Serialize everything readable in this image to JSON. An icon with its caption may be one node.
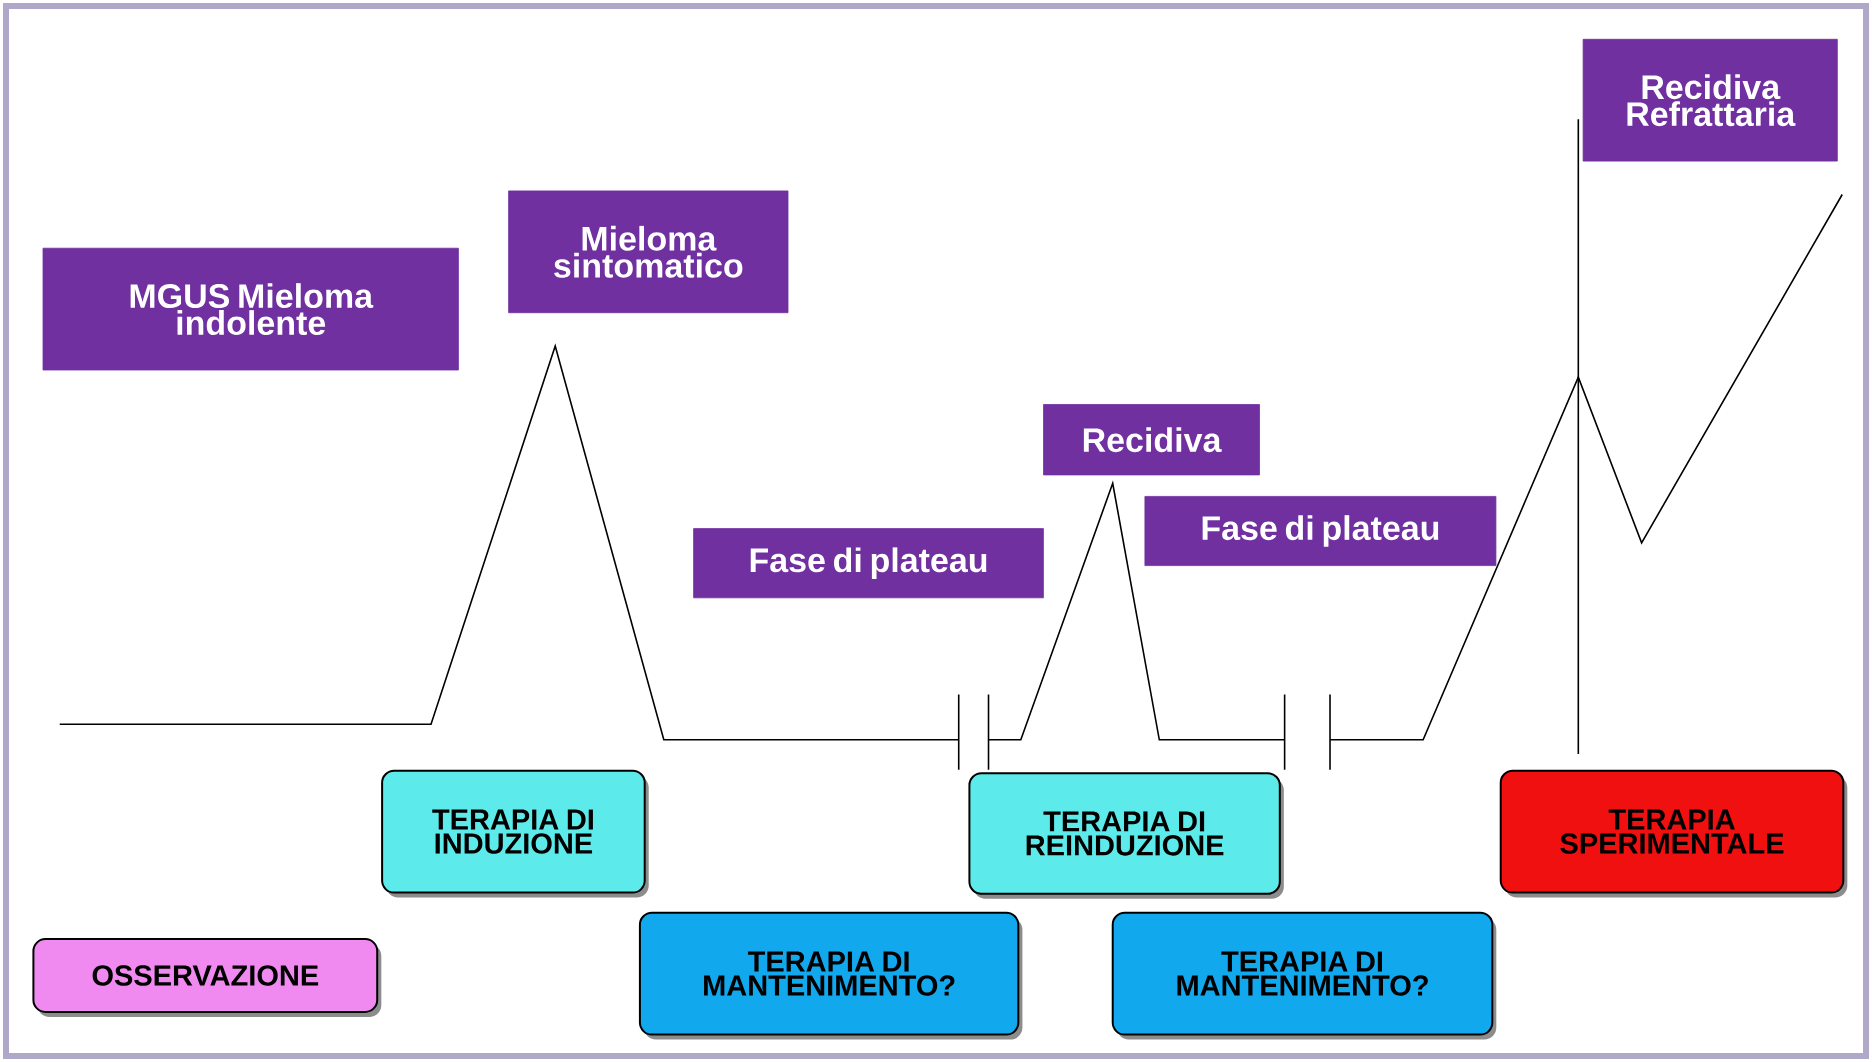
{
  "diagram": {
    "nodes": [
      {
        "text": [
          "MGUS Mieloma indolente"
        ]
      },
      {
        "text": [
          "Mieloma sintomatico"
        ]
      },
      {
        "text": [
          "Fase di plateau"
        ]
      },
      {
        "text": [
          "Recidiva"
        ]
      },
      {
        "text": [
          "Fase di plateau"
        ]
      },
      {
        "text": [
          "Recidiva Refrattaria"
        ]
      },
      {
        "text": [
          "TERAPIA DI INDUZIONE"
        ]
      },
      {
        "text": [
          "TERAPIA DI REINDUZIONE"
        ]
      },
      {
        "text": [
          "TERAPIA SPERIMENTALE"
        ]
      },
      {
        "text": [
          "OSSERVAZIONE"
        ]
      },
      {
        "text": [
          "TERAPIA DI MANTENIMENTO?"
        ]
      },
      {
        "text": [
          "TERAPIA DI MANTENIMENTO?"
        ]
      }
    ]
  }
}
